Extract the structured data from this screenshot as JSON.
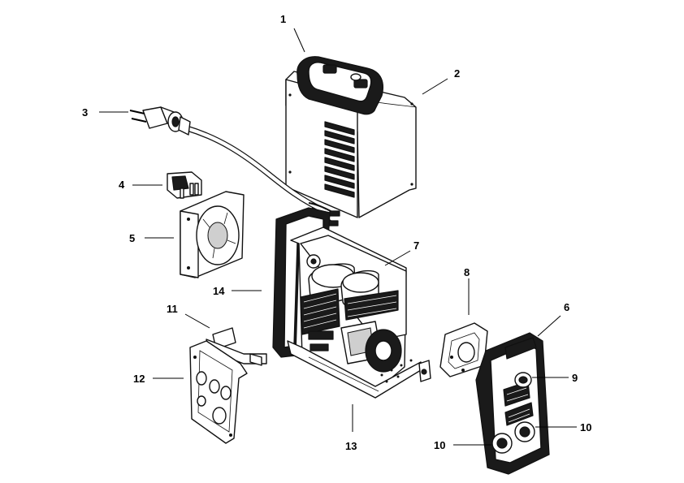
{
  "callouts": [
    {
      "id": "c1",
      "text": "1"
    },
    {
      "id": "c2",
      "text": "2"
    },
    {
      "id": "c3",
      "text": "3"
    },
    {
      "id": "c4",
      "text": "4"
    },
    {
      "id": "c5",
      "text": "5"
    },
    {
      "id": "c6",
      "text": "6"
    },
    {
      "id": "c7",
      "text": "7"
    },
    {
      "id": "c8",
      "text": "8"
    },
    {
      "id": "c9",
      "text": "9"
    },
    {
      "id": "c10a",
      "text": "10"
    },
    {
      "id": "c10b",
      "text": "10"
    },
    {
      "id": "c11",
      "text": "11"
    },
    {
      "id": "c12",
      "text": "12"
    },
    {
      "id": "c13",
      "text": "13"
    },
    {
      "id": "c14",
      "text": "14"
    }
  ],
  "parts": {
    "handle": "handle-part",
    "cover": "cover-part",
    "plug_cable": "plug-cable-part",
    "switch": "switch-part",
    "fan": "fan-part",
    "front_panel": "front-panel-part",
    "pcb": "pcb-part",
    "gasket": "gasket-part",
    "knob": "knob-part",
    "sockets": "socket-part",
    "bracket": "bracket-part",
    "rear_panel": "rear-panel-part",
    "base": "base-part",
    "frame": "frame-part"
  }
}
